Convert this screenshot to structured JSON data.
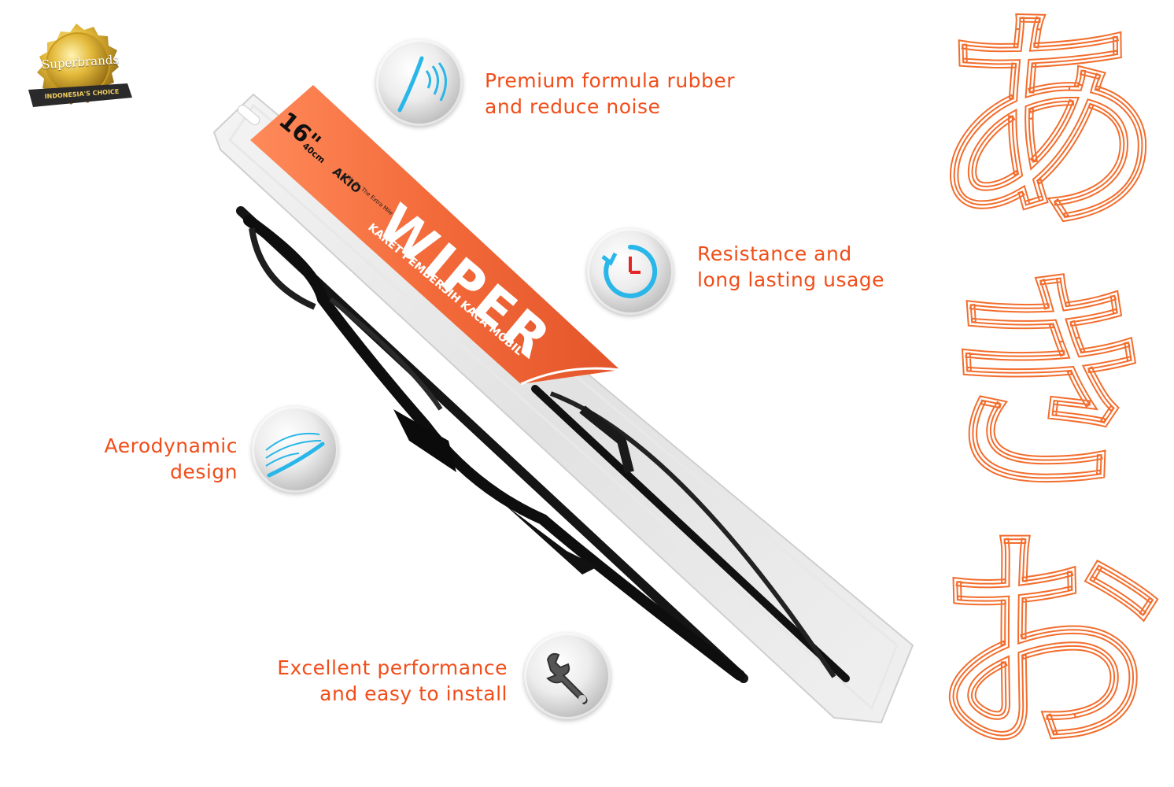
{
  "badge": {
    "brand": "Superbrands",
    "ribbon": "INDONESIA'S CHOICE"
  },
  "package": {
    "size_in": "16\"",
    "size_cm": "40cm",
    "brand": "AKIO",
    "tagline": "We Go The Extra Mile",
    "product": "WIPER",
    "subtitle": "KARET PEMBERSIH KACA MOBIL"
  },
  "features": [
    {
      "line1": "Premium formula rubber",
      "line2": "and reduce noise",
      "icon": "wiper-wave-icon"
    },
    {
      "line1": "Resistance and",
      "line2": "long lasting usage",
      "icon": "clock-icon"
    },
    {
      "line1": "Aerodynamic",
      "line2": "design",
      "icon": "airflow-icon"
    },
    {
      "line1": "Excellent performance",
      "line2": "and easy to install",
      "icon": "wrench-icon"
    }
  ],
  "kana": [
    "あ",
    "き",
    "お"
  ],
  "colors": {
    "accent": "#f04e1a",
    "kana_outline": "#f26d2d",
    "icon_blue": "#29b6e8"
  }
}
